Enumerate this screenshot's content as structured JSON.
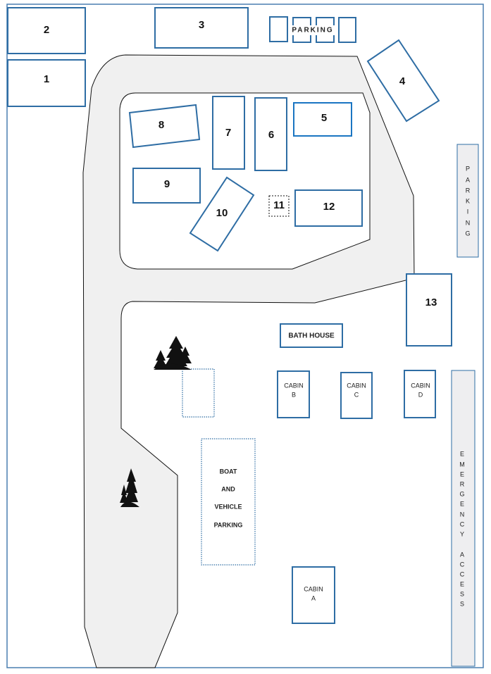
{
  "map": {
    "buildings": {
      "b1": "1",
      "b2": "2",
      "b3": "3",
      "b4": "4",
      "b5": "5",
      "b6": "6",
      "b7": "7",
      "b8": "8",
      "b9": "9",
      "b10": "10",
      "b11": "11",
      "b12": "12",
      "b13": "13"
    },
    "parking_top": "PARKING",
    "parking_right": [
      "P",
      "A",
      "R",
      "K",
      "I",
      "N",
      "G"
    ],
    "bath_house": "BATH HOUSE",
    "cabins": {
      "a": [
        "CABIN",
        "A"
      ],
      "b": [
        "CABIN",
        "B"
      ],
      "c": [
        "CABIN",
        "C"
      ],
      "d": [
        "CABIN",
        "D"
      ]
    },
    "boat_parking": [
      "BOAT",
      "AND",
      "VEHICLE",
      "PARKING"
    ],
    "emergency_access": [
      "E",
      "M",
      "E",
      "R",
      "G",
      "E",
      "N",
      "C",
      "Y",
      "",
      "A",
      "C",
      "C",
      "E",
      "S",
      "S"
    ],
    "colors": {
      "outline": "#2e6da4",
      "road": "#f0f0f0",
      "parking": "#eeeef0"
    }
  }
}
